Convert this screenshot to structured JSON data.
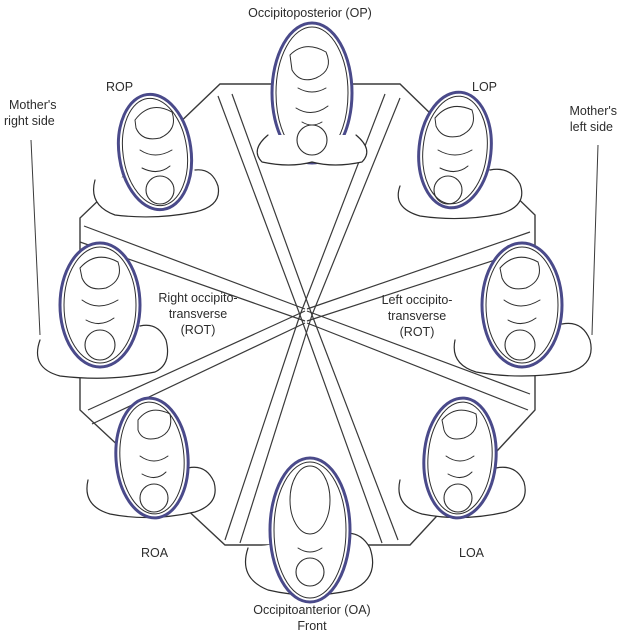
{
  "labels": {
    "top": "Occipitoposterior (OP)",
    "bottom_line1": "Occipitoanterior (OA)",
    "bottom_line2": "Front",
    "rop": "ROP",
    "lop": "LOP",
    "roa": "ROA",
    "loa": "LOA",
    "mother_right_line1": "Mother's",
    "mother_right_line2": "right side",
    "mother_left_line1": "Mother's",
    "mother_left_line2": "left side",
    "rot_line1": "Right occipito-",
    "rot_line2": "transverse",
    "rot_line3": "(ROT)",
    "lot_line1": "Left occipito-",
    "lot_line2": "transverse",
    "lot_line3": "(ROT)"
  },
  "colors": {
    "line": "#3a3a3a",
    "uterus_outline": "#4a4a8a",
    "background": "#ffffff"
  }
}
